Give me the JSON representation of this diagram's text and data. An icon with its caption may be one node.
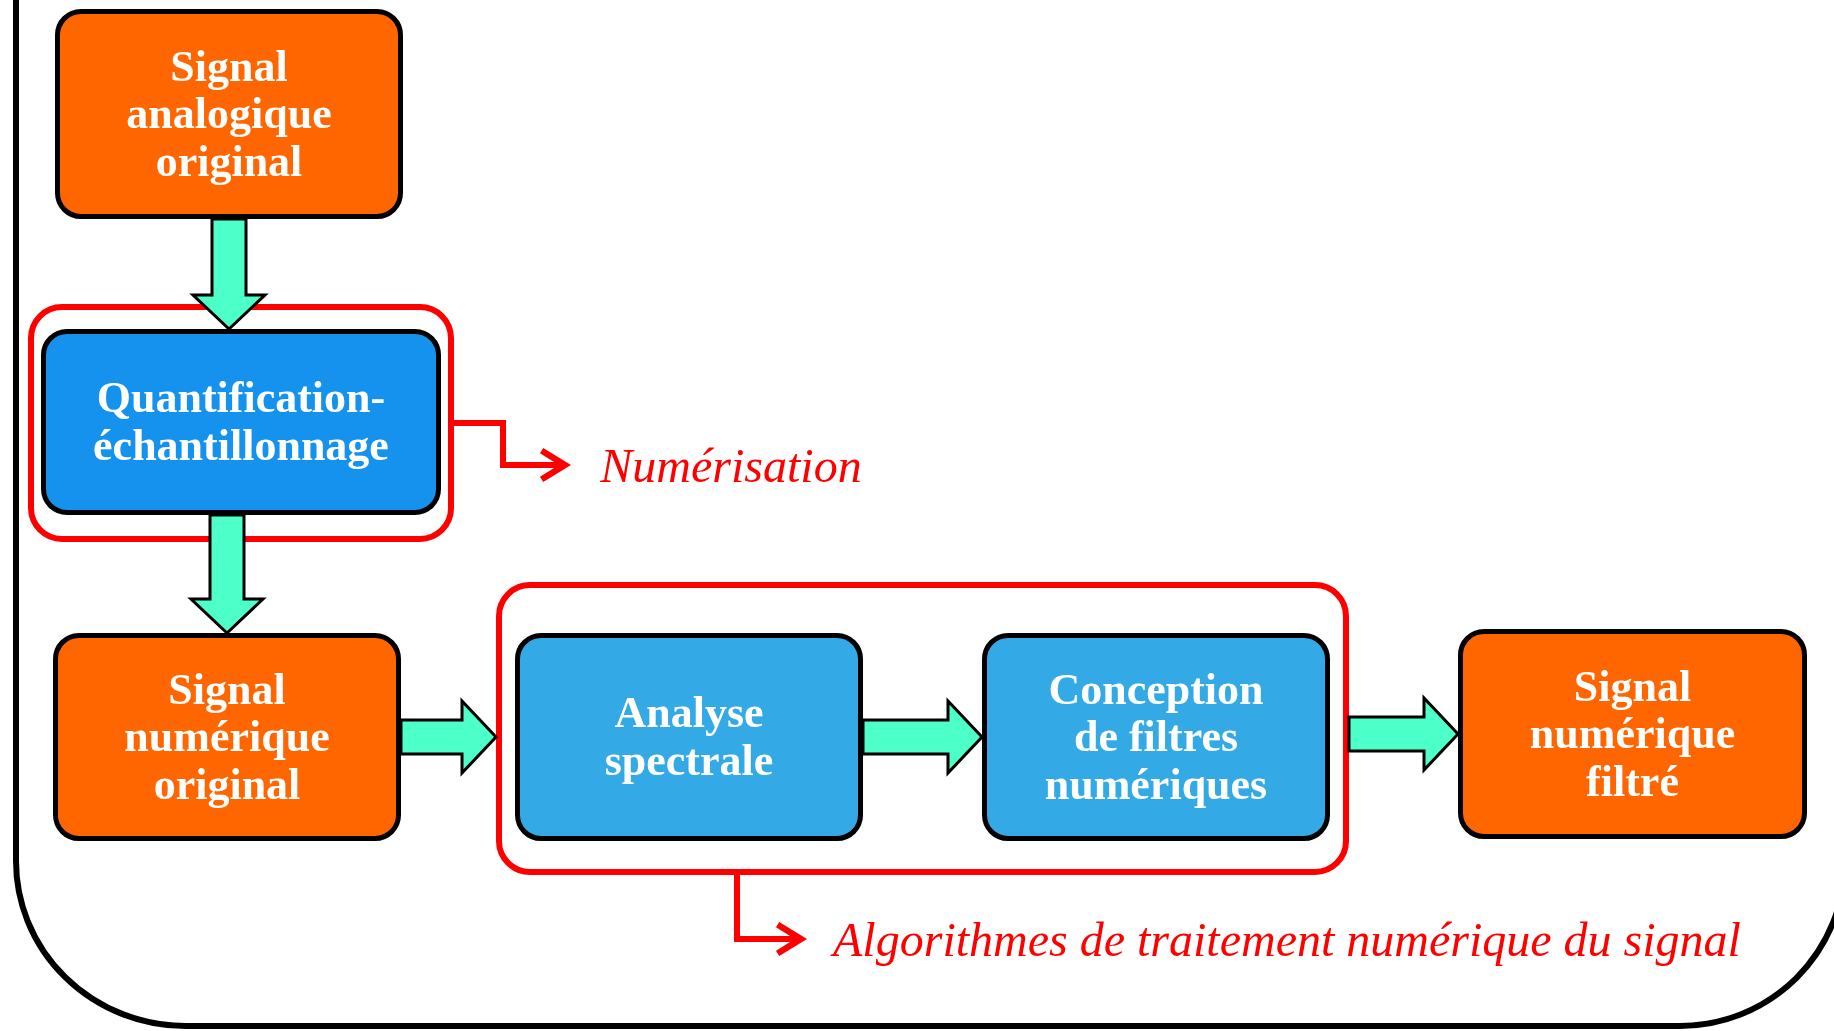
{
  "diagram": {
    "nodes": [
      {
        "text": [
          "Signal analogique original"
        ]
      },
      {
        "text": [],
        "shape": "box"
      },
      {
        "text": [
          "Quantification-échantillonnage"
        ],
        "in": 1
      },
      {
        "text": [
          "Numérisation"
        ]
      },
      {
        "text": [
          "Signal numérique original"
        ]
      },
      {
        "text": [],
        "shape": "box"
      },
      {
        "text": [
          "Analyse spectrale"
        ],
        "in": 5
      },
      {
        "text": [
          "Conception de filtres numériques"
        ],
        "in": 5
      },
      {
        "text": [
          "Signal numérique filtré"
        ]
      },
      {
        "text": [
          "Algorithmes de traitement numérique du signal"
        ]
      }
    ],
    "edges": [
      {
        "from": 0,
        "to": 2,
        "arrow": "to"
      },
      {
        "from": 2,
        "to": 4,
        "arrow": "to"
      },
      {
        "from": 4,
        "to": 5,
        "arrow": "to"
      },
      {
        "from": 6,
        "to": 7,
        "arrow": "to"
      },
      {
        "from": 5,
        "to": 8,
        "arrow": "to"
      },
      {
        "from": 1,
        "to": 3,
        "arrow": "to",
        "color": "#ff0000"
      },
      {
        "from": 5,
        "to": 9,
        "arrow": "to",
        "color": "#ff0000"
      }
    ]
  }
}
